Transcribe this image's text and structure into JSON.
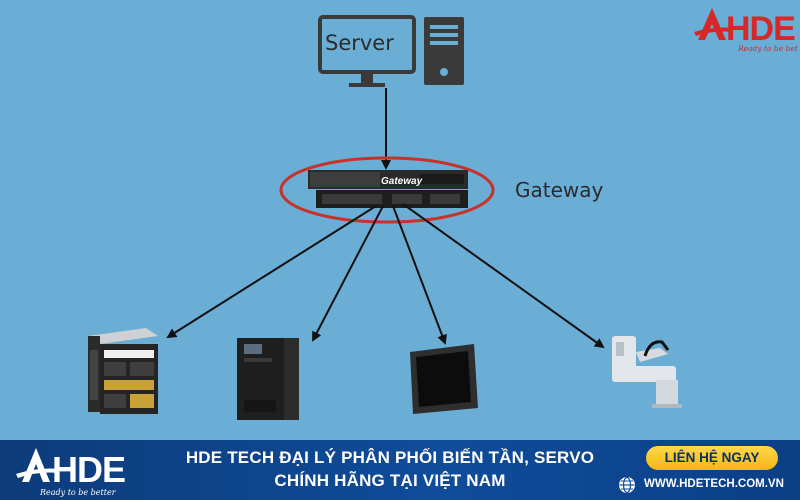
{
  "diagram": {
    "server_label": "Server",
    "gateway_label": "Gateway",
    "gateway_device_text": "Gateway",
    "devices": [
      "plc-icon",
      "inverter-icon",
      "hmi-icon",
      "robot-arm-icon"
    ]
  },
  "logo": {
    "text": "HDE",
    "tagline": "Ready to be better"
  },
  "footer": {
    "headline_line1": "HDE TECH ĐẠI LÝ PHÂN PHỐI BIẾN TẦN, SERVO",
    "headline_line2": "CHÍNH HÃNG TẠI VIỆT NAM",
    "cta_label": "LIÊN HỆ NGAY",
    "website": "WWW.HDETECH.COM.VN",
    "colors": {
      "bar": "#0f4c9a",
      "cta": "#f5c518",
      "brand_red": "#d62828"
    }
  }
}
